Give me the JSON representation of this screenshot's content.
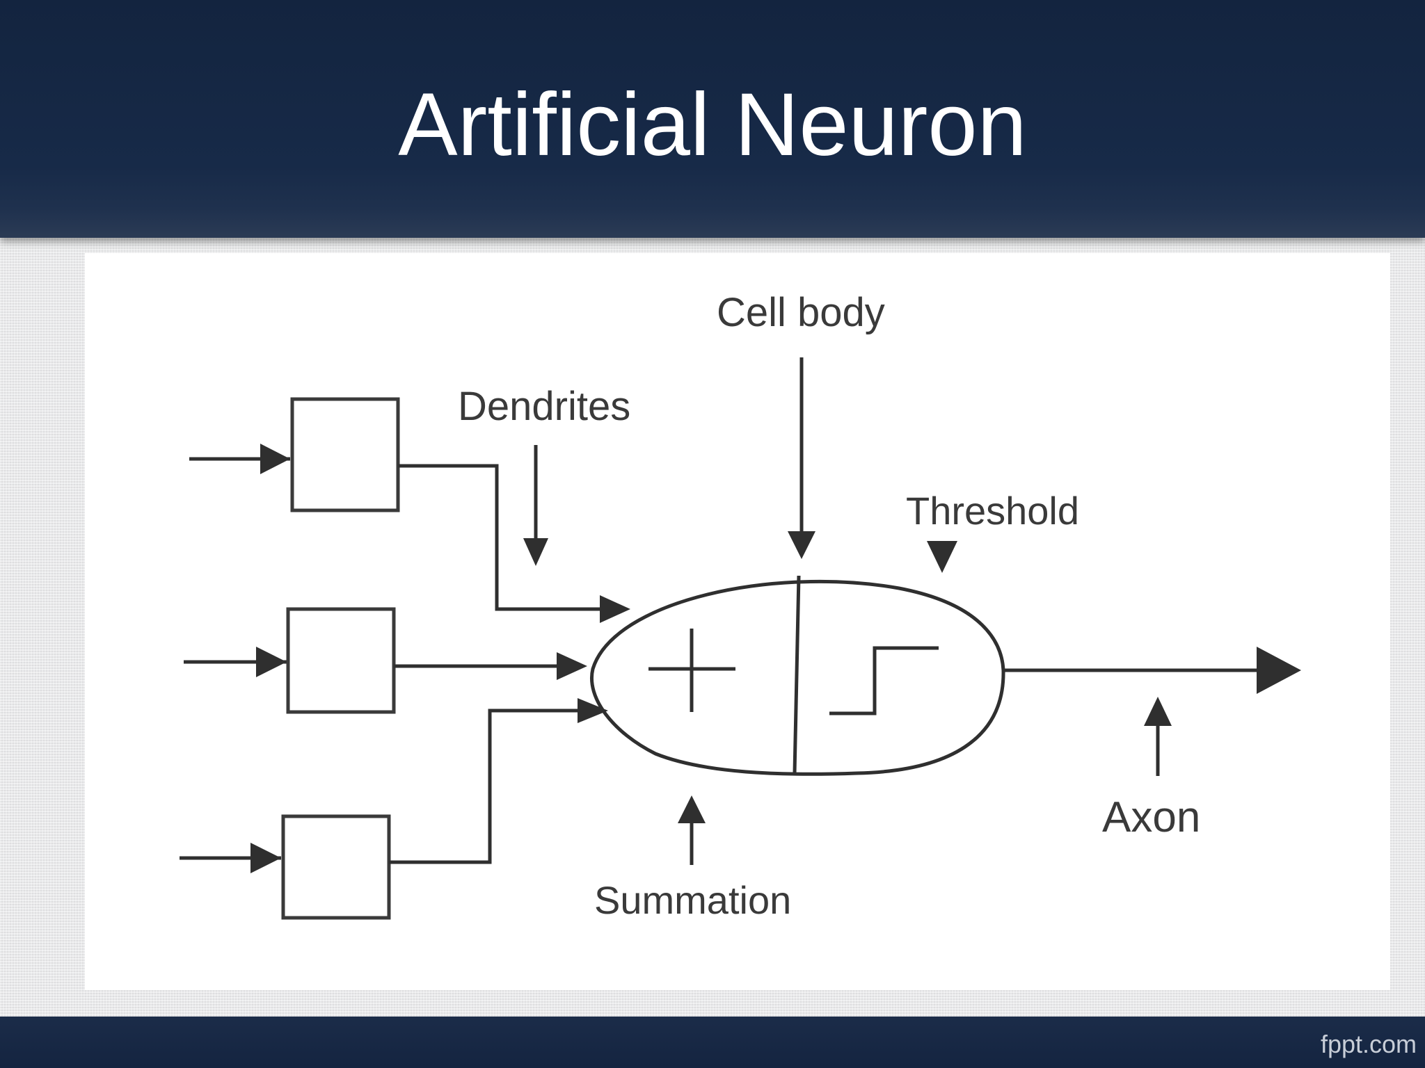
{
  "slide": {
    "title": "Artificial Neuron",
    "footer_brand": "fppt.com"
  },
  "diagram": {
    "labels": {
      "cell_body": "Cell body",
      "dendrites": "Dendrites",
      "threshold": "Threshold",
      "summation": "Summation",
      "axon": "Axon"
    }
  },
  "colors": {
    "header": "#13243f",
    "footer": "#142440",
    "background": "#e6e7e8",
    "content_panel": "#ffffff",
    "ink": "#3a3a3a"
  }
}
